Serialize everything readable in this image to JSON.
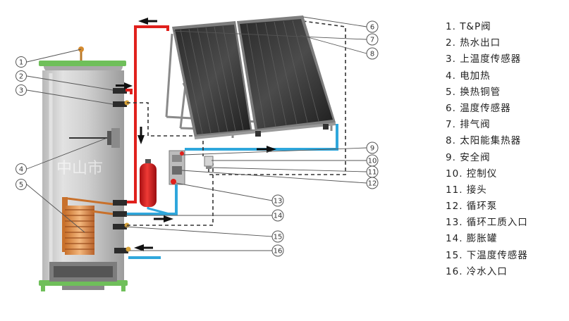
{
  "callout_numbers": [
    "1",
    "2",
    "3",
    "4",
    "5",
    "6",
    "7",
    "8",
    "9",
    "10",
    "11",
    "12",
    "13",
    "14",
    "15",
    "16"
  ],
  "legend": [
    {
      "num": "1",
      "label": "T&P阀"
    },
    {
      "num": "2",
      "label": "热水出口"
    },
    {
      "num": "3",
      "label": "上温度传感器"
    },
    {
      "num": "4",
      "label": "电加热"
    },
    {
      "num": "5",
      "label": "换热铜管"
    },
    {
      "num": "6",
      "label": "温度传感器"
    },
    {
      "num": "7",
      "label": "排气阀"
    },
    {
      "num": "8",
      "label": "太阳能集热器"
    },
    {
      "num": "9",
      "label": "安全阀"
    },
    {
      "num": "10",
      "label": "控制仪"
    },
    {
      "num": "11",
      "label": "接头"
    },
    {
      "num": "12",
      "label": "循环泵"
    },
    {
      "num": "13",
      "label": "循环工质入口"
    },
    {
      "num": "14",
      "label": "膨胀罐"
    },
    {
      "num": "15",
      "label": "下温度传感器"
    },
    {
      "num": "16",
      "label": "冷水入口"
    }
  ],
  "watermark": "中山市",
  "colors": {
    "hot_pipe": "#e0201c",
    "cold_pipe": "#2fa7dc",
    "tank_cap": "#6fbf5a",
    "expansion_tank": "#d8191f",
    "sensor_wire": "#333333",
    "leader": "#555555"
  }
}
